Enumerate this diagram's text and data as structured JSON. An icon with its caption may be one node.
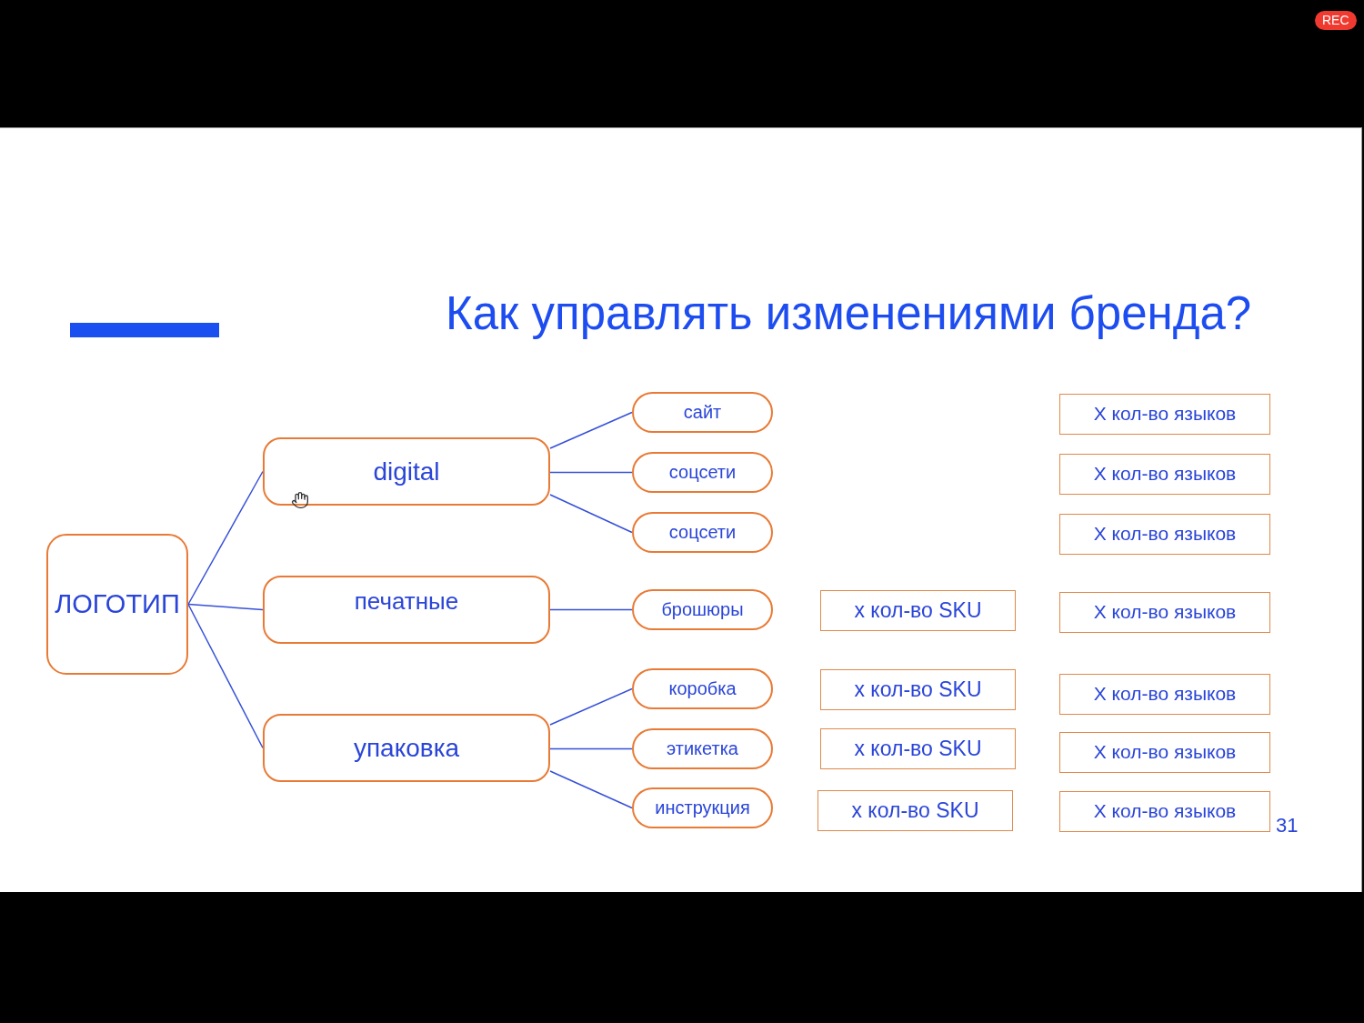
{
  "diagram": {
    "title": "Как управлять изменениями бренда?",
    "nodes": [
      {
        "text": [
          "ЛОГОТИП"
        ]
      },
      {
        "text": [
          "digital"
        ]
      },
      {
        "text": [
          "печатные"
        ]
      },
      {
        "text": [
          "упаковка"
        ]
      },
      {
        "text": [
          "сайт"
        ]
      },
      {
        "text": [
          "соцсети"
        ]
      },
      {
        "text": [
          "соцсети"
        ]
      },
      {
        "text": [
          "брошюры"
        ]
      },
      {
        "text": [
          "коробка"
        ]
      },
      {
        "text": [
          "этикетка"
        ]
      },
      {
        "text": [
          "инструкция"
        ]
      },
      {
        "text": [
          "х кол-во SKU"
        ]
      },
      {
        "text": [
          "х кол-во SKU"
        ]
      },
      {
        "text": [
          "х кол-во SKU"
        ]
      },
      {
        "text": [
          "х кол-во SKU"
        ]
      },
      {
        "text": [
          "Х кол-во языков"
        ]
      },
      {
        "text": [
          "Х кол-во языков"
        ]
      },
      {
        "text": [
          "Х кол-во языков"
        ]
      },
      {
        "text": [
          "Х кол-во языков"
        ]
      },
      {
        "text": [
          "Х кол-во языков"
        ]
      },
      {
        "text": [
          "Х кол-во языков"
        ]
      },
      {
        "text": [
          "Х кол-во языков"
        ]
      }
    ],
    "edges": [
      {
        "from": 0,
        "to": 1,
        "arrow": "none"
      },
      {
        "from": 0,
        "to": 2,
        "arrow": "none"
      },
      {
        "from": 0,
        "to": 3,
        "arrow": "none"
      },
      {
        "from": 1,
        "to": 4,
        "arrow": "none"
      },
      {
        "from": 1,
        "to": 5,
        "arrow": "none"
      },
      {
        "from": 1,
        "to": 6,
        "arrow": "none"
      },
      {
        "from": 2,
        "to": 7,
        "arrow": "none"
      },
      {
        "from": 3,
        "to": 8,
        "arrow": "none"
      },
      {
        "from": 3,
        "to": 9,
        "arrow": "none"
      },
      {
        "from": 3,
        "to": 10,
        "arrow": "none"
      }
    ],
    "labels": [
      "REC",
      "31"
    ]
  }
}
